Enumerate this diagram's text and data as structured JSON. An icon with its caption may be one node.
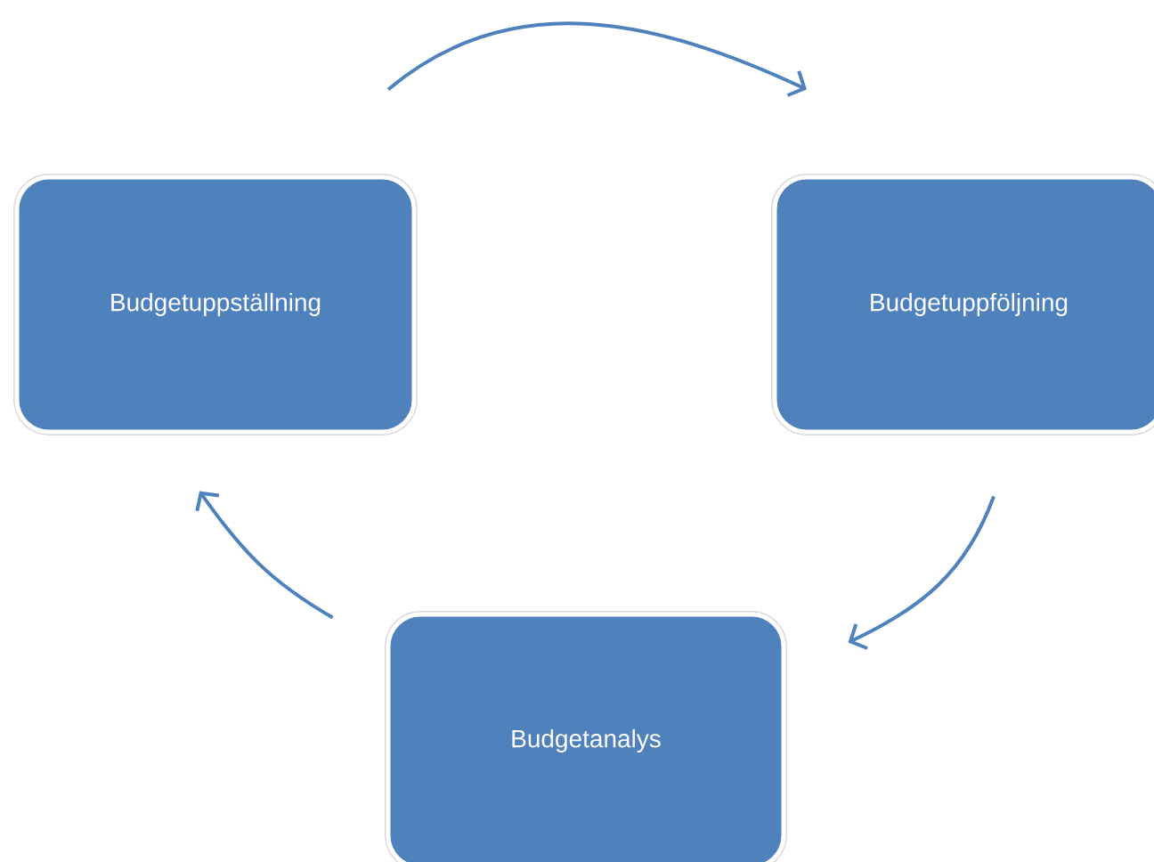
{
  "diagram": {
    "nodes": [
      {
        "text": [
          "Budgetuppställning"
        ]
      },
      {
        "text": [
          "Budgetuppföljning"
        ]
      },
      {
        "text": [
          "Budgetanalys"
        ]
      }
    ],
    "edges": [
      {
        "from": 0,
        "to": 1,
        "arrow": "to"
      },
      {
        "from": 1,
        "to": 2,
        "arrow": "to"
      },
      {
        "from": 2,
        "to": 0,
        "arrow": "to"
      }
    ]
  }
}
